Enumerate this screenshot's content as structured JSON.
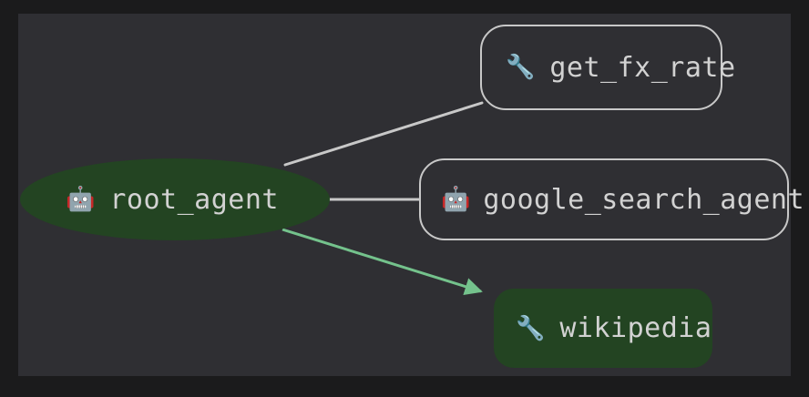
{
  "graph": {
    "background_color": "#1b1b1c",
    "panel_color": "#2f2f33",
    "nodes": [
      {
        "id": "root_agent",
        "label": "root_agent",
        "icon": "robot-icon",
        "icon_glyph": "🤖",
        "shape": "ellipse",
        "fill": "#234422",
        "border": "none",
        "text_color": "#d2d2d2"
      },
      {
        "id": "get_fx_rate",
        "label": "get_fx_rate",
        "icon": "wrench-icon",
        "icon_glyph": "🔧",
        "shape": "rounded-rect",
        "fill": "transparent",
        "border": "#c8c8c8",
        "text_color": "#d2d2d2"
      },
      {
        "id": "google_search_agent",
        "label": "google_search_agent",
        "icon": "robot-icon",
        "icon_glyph": "🤖",
        "shape": "rounded-rect",
        "fill": "transparent",
        "border": "#c8c8c8",
        "text_color": "#d2d2d2"
      },
      {
        "id": "wikipedia",
        "label": "wikipedia",
        "icon": "wrench-icon",
        "icon_glyph": "🔧",
        "shape": "rounded-rect",
        "fill": "#234422",
        "border": "none",
        "text_color": "#d2d2d2"
      }
    ],
    "edges": [
      {
        "id": "root_agent-get_fx_rate",
        "from": "root_agent",
        "to": "get_fx_rate",
        "color": "#c8c8c8",
        "arrow": false
      },
      {
        "id": "root_agent-google_search_agent",
        "from": "root_agent",
        "to": "google_search_agent",
        "color": "#c8c8c8",
        "arrow": false
      },
      {
        "id": "root_agent-wikipedia",
        "from": "root_agent",
        "to": "wikipedia",
        "color": "#74c28c",
        "arrow": true
      }
    ]
  }
}
